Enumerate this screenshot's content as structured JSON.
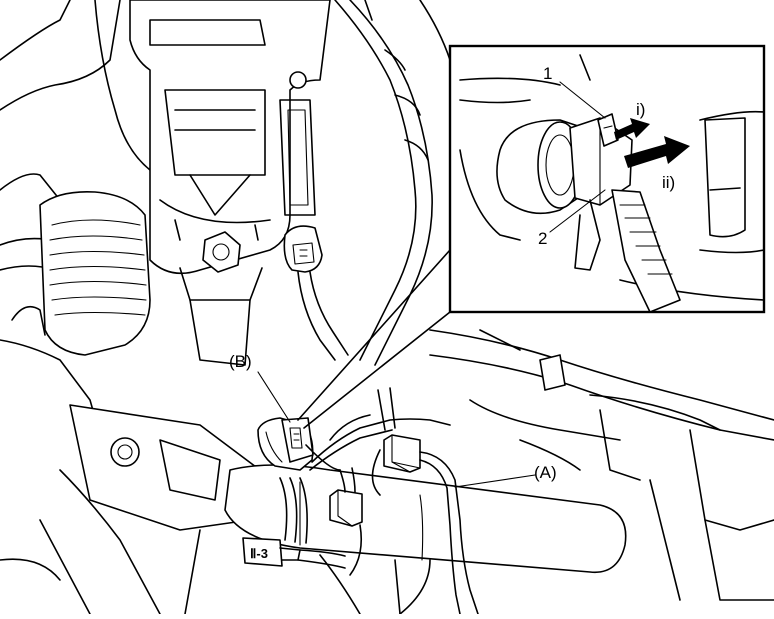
{
  "callouts": {
    "label_a": "(A)",
    "label_b": "(B)",
    "num_1": "1",
    "num_2": "2",
    "step_i": "i)",
    "step_ii": "ii)"
  },
  "plate_text": "Ⅱ-3",
  "colors": {
    "line": "#000000",
    "background": "#ffffff"
  }
}
